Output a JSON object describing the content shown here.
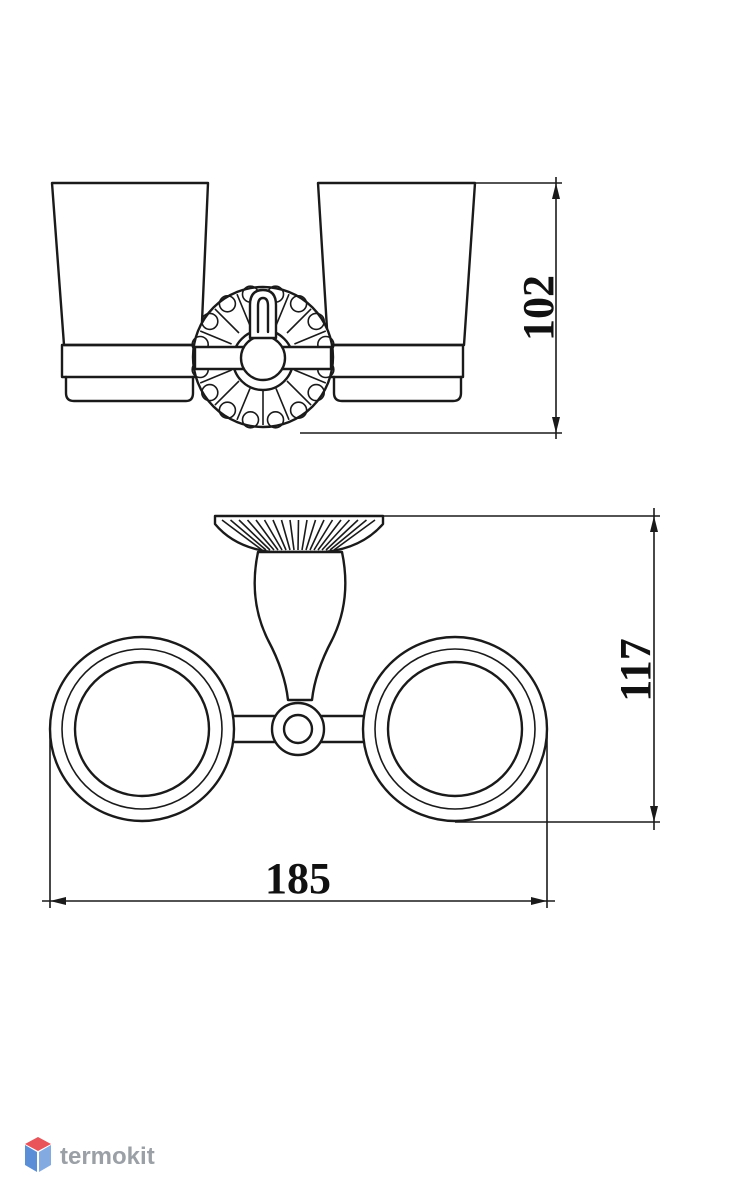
{
  "dimensions": {
    "height_top_view": "102",
    "height_front_view": "117",
    "width_front_view": "185"
  },
  "watermark": {
    "text": "termokit",
    "colors": {
      "red": "#e8545a",
      "blue": "#5a8fd8",
      "gray": "#9aa0a6"
    }
  }
}
